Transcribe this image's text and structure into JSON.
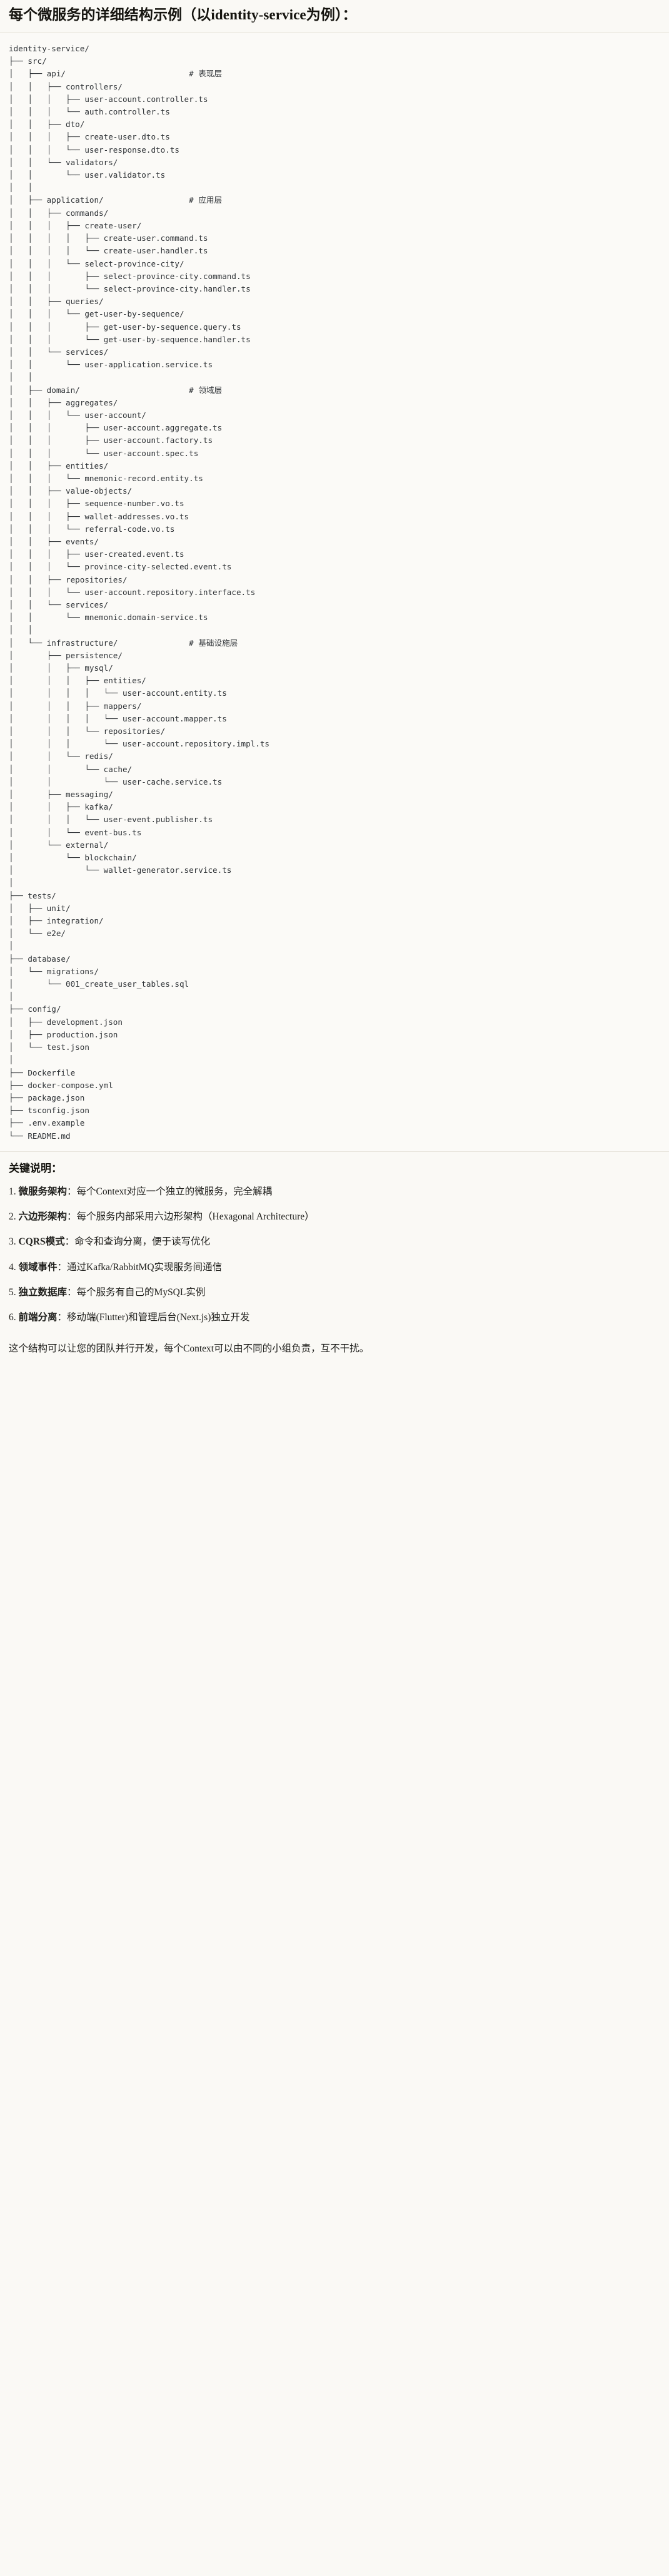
{
  "document": {
    "title": "每个微服务的详细结构示例（以identity-service为例）："
  },
  "code_block": {
    "language_hint": "text",
    "root": "identity-service/",
    "tree_text": "identity-service/\n├── src/\n│   ├── api/                          # 表现层\n│   │   ├── controllers/\n│   │   │   ├── user-account.controller.ts\n│   │   │   └── auth.controller.ts\n│   │   ├── dto/\n│   │   │   ├── create-user.dto.ts\n│   │   │   └── user-response.dto.ts\n│   │   └── validators/\n│   │       └── user.validator.ts\n│   │\n│   ├── application/                  # 应用层\n│   │   ├── commands/\n│   │   │   ├── create-user/\n│   │   │   │   ├── create-user.command.ts\n│   │   │   │   └── create-user.handler.ts\n│   │   │   └── select-province-city/\n│   │   │       ├── select-province-city.command.ts\n│   │   │       └── select-province-city.handler.ts\n│   │   ├── queries/\n│   │   │   └── get-user-by-sequence/\n│   │   │       ├── get-user-by-sequence.query.ts\n│   │   │       └── get-user-by-sequence.handler.ts\n│   │   └── services/\n│   │       └── user-application.service.ts\n│   │\n│   ├── domain/                       # 领域层\n│   │   ├── aggregates/\n│   │   │   └── user-account/\n│   │   │       ├── user-account.aggregate.ts\n│   │   │       ├── user-account.factory.ts\n│   │   │       └── user-account.spec.ts\n│   │   ├── entities/\n│   │   │   └── mnemonic-record.entity.ts\n│   │   ├── value-objects/\n│   │   │   ├── sequence-number.vo.ts\n│   │   │   ├── wallet-addresses.vo.ts\n│   │   │   └── referral-code.vo.ts\n│   │   ├── events/\n│   │   │   ├── user-created.event.ts\n│   │   │   └── province-city-selected.event.ts\n│   │   ├── repositories/\n│   │   │   └── user-account.repository.interface.ts\n│   │   └── services/\n│   │       └── mnemonic.domain-service.ts\n│   │\n│   └── infrastructure/               # 基础设施层\n│       ├── persistence/\n│       │   ├── mysql/\n│       │   │   ├── entities/\n│       │   │   │   └── user-account.entity.ts\n│       │   │   ├── mappers/\n│       │   │   │   └── user-account.mapper.ts\n│       │   │   └── repositories/\n│       │   │       └── user-account.repository.impl.ts\n│       │   └── redis/\n│       │       └── cache/\n│       │           └── user-cache.service.ts\n│       ├── messaging/\n│       │   ├── kafka/\n│       │   │   └── user-event.publisher.ts\n│       │   └── event-bus.ts\n│       └── external/\n│           └── blockchain/\n│               └── wallet-generator.service.ts\n│\n├── tests/\n│   ├── unit/\n│   ├── integration/\n│   └── e2e/\n│\n├── database/\n│   └── migrations/\n│       └── 001_create_user_tables.sql\n│\n├── config/\n│   ├── development.json\n│   ├── production.json\n│   └── test.json\n│\n├── Dockerfile\n├── docker-compose.yml\n├── package.json\n├── tsconfig.json\n├── .env.example\n└── README.md",
    "layer_comments": [
      {
        "path": "api/",
        "comment": "# 表现层"
      },
      {
        "path": "application/",
        "comment": "# 应用层"
      },
      {
        "path": "domain/",
        "comment": "# 领域层"
      },
      {
        "path": "infrastructure/",
        "comment": "# 基础设施层"
      }
    ]
  },
  "notes": {
    "heading": "关键说明：",
    "items": [
      {
        "num": "1. ",
        "term": "微服务架构",
        "sep": "：",
        "desc": "每个Context对应一个独立的微服务，完全解耦"
      },
      {
        "num": "2. ",
        "term": "六边形架构",
        "sep": "：",
        "desc": "每个服务内部采用六边形架构（Hexagonal Architecture）"
      },
      {
        "num": "3. ",
        "term": "CQRS模式",
        "sep": "：",
        "desc": "命令和查询分离，便于读写优化"
      },
      {
        "num": "4. ",
        "term": "领域事件",
        "sep": "：",
        "desc": "通过Kafka/RabbitMQ实现服务间通信"
      },
      {
        "num": "5. ",
        "term": "独立数据库",
        "sep": "：",
        "desc": "每个服务有自己的MySQL实例"
      },
      {
        "num": "6. ",
        "term": "前端分离",
        "sep": "：",
        "desc": "移动端(Flutter)和管理后台(Next.js)独立开发"
      }
    ],
    "closing": "这个结构可以让您的团队并行开发，每个Context可以由不同的小组负责，互不干扰。"
  },
  "colors": {
    "page_background": "#faf9f5",
    "code_background": "#fbfaf7",
    "text": "#20201d",
    "code_text": "#2f3337",
    "rule": "#e7e4da"
  }
}
